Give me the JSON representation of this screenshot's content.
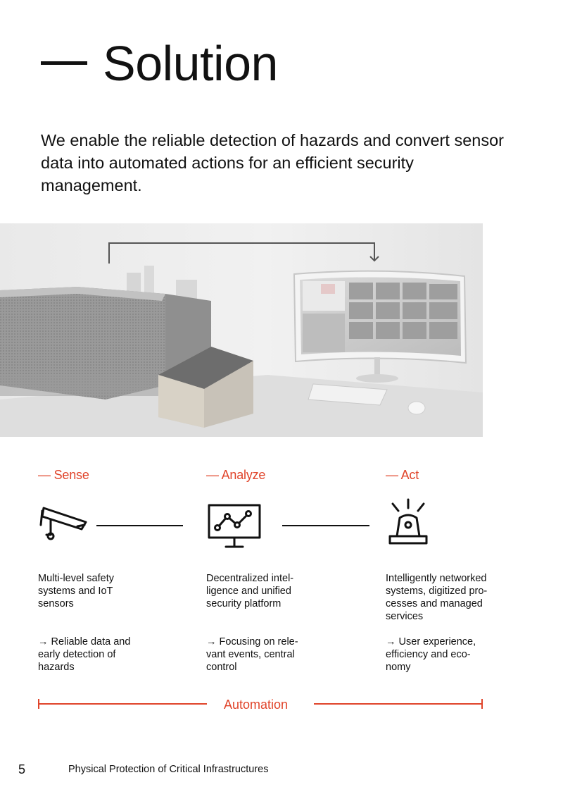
{
  "header": {
    "title": "Solution"
  },
  "lead": "We enable the reliable detection of hazards and convert sensor data into automated actions for an efficient security management.",
  "columns": [
    {
      "heading": "— Sense",
      "icon": "security-camera-icon",
      "description": "Multi-level safety systems and IoT sensors",
      "benefit": "→ Reliable data and early detection of hazards"
    },
    {
      "heading": "— Analyze",
      "icon": "monitor-chart-icon",
      "description": "Decentralized intel-ligence and unified security platform",
      "benefit": "→ Focusing on rele-vant events, central control"
    },
    {
      "heading": "— Act",
      "icon": "alarm-light-icon",
      "description": "Intelligently networked systems, digitized pro-cesses and managed services",
      "benefit": "→ User experience, efficiency and eco-nomy"
    }
  ],
  "automation_label": "Automation",
  "footer": {
    "page_number": "5",
    "document_title": "Physical Protection of Critical Infrastructures"
  },
  "colors": {
    "accent": "#e0442a",
    "text": "#111111"
  }
}
